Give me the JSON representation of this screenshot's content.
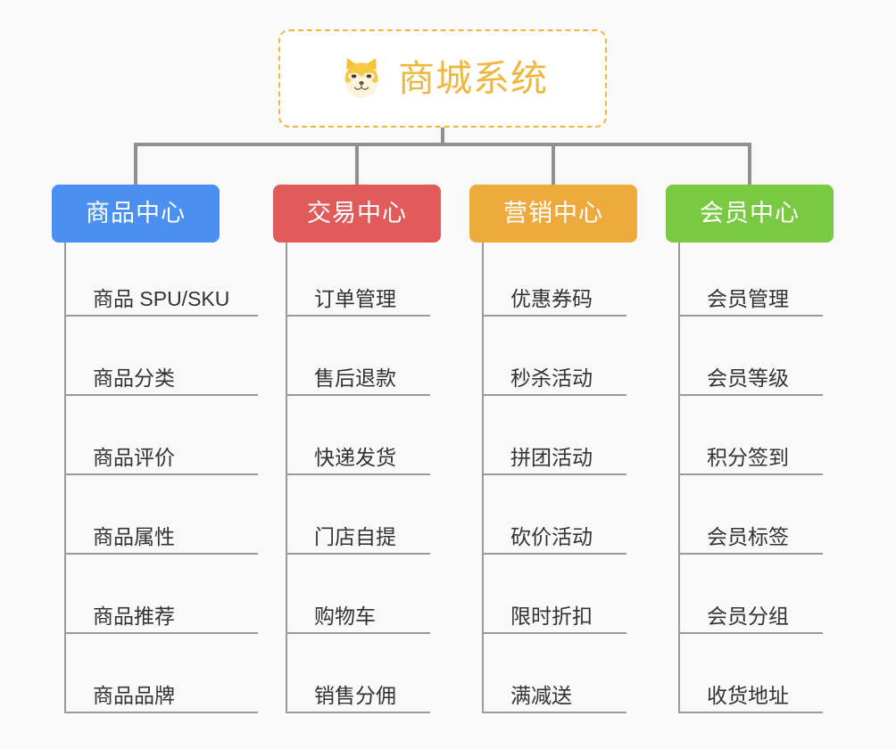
{
  "diagram": {
    "title": "商城系统",
    "type": "mindmap",
    "background_color": "#f9f9fa",
    "root": {
      "label": "商城系统",
      "icon": "shiba-dog-face-icon",
      "text_color": "#f0b73f",
      "border_color": "#f0b73f",
      "fill_color": "#ffffff"
    },
    "connector_color": "#909090",
    "branches": [
      {
        "label": "商品中心",
        "color": "#4a90f0",
        "items": [
          "商品 SPU/SKU",
          "商品分类",
          "商品评价",
          "商品属性",
          "商品推荐",
          "商品品牌"
        ]
      },
      {
        "label": "交易中心",
        "color": "#e15b5b",
        "items": [
          "订单管理",
          "售后退款",
          "快递发货",
          "门店自提",
          "购物车",
          "销售分佣"
        ]
      },
      {
        "label": "营销中心",
        "color": "#eeaa3c",
        "items": [
          "优惠券码",
          "秒杀活动",
          "拼团活动",
          "砍价活动",
          "限时折扣",
          "满减送"
        ]
      },
      {
        "label": "会员中心",
        "color": "#7ac943",
        "items": [
          "会员管理",
          "会员等级",
          "积分签到",
          "会员标签",
          "会员分组",
          "收货地址"
        ]
      }
    ]
  }
}
